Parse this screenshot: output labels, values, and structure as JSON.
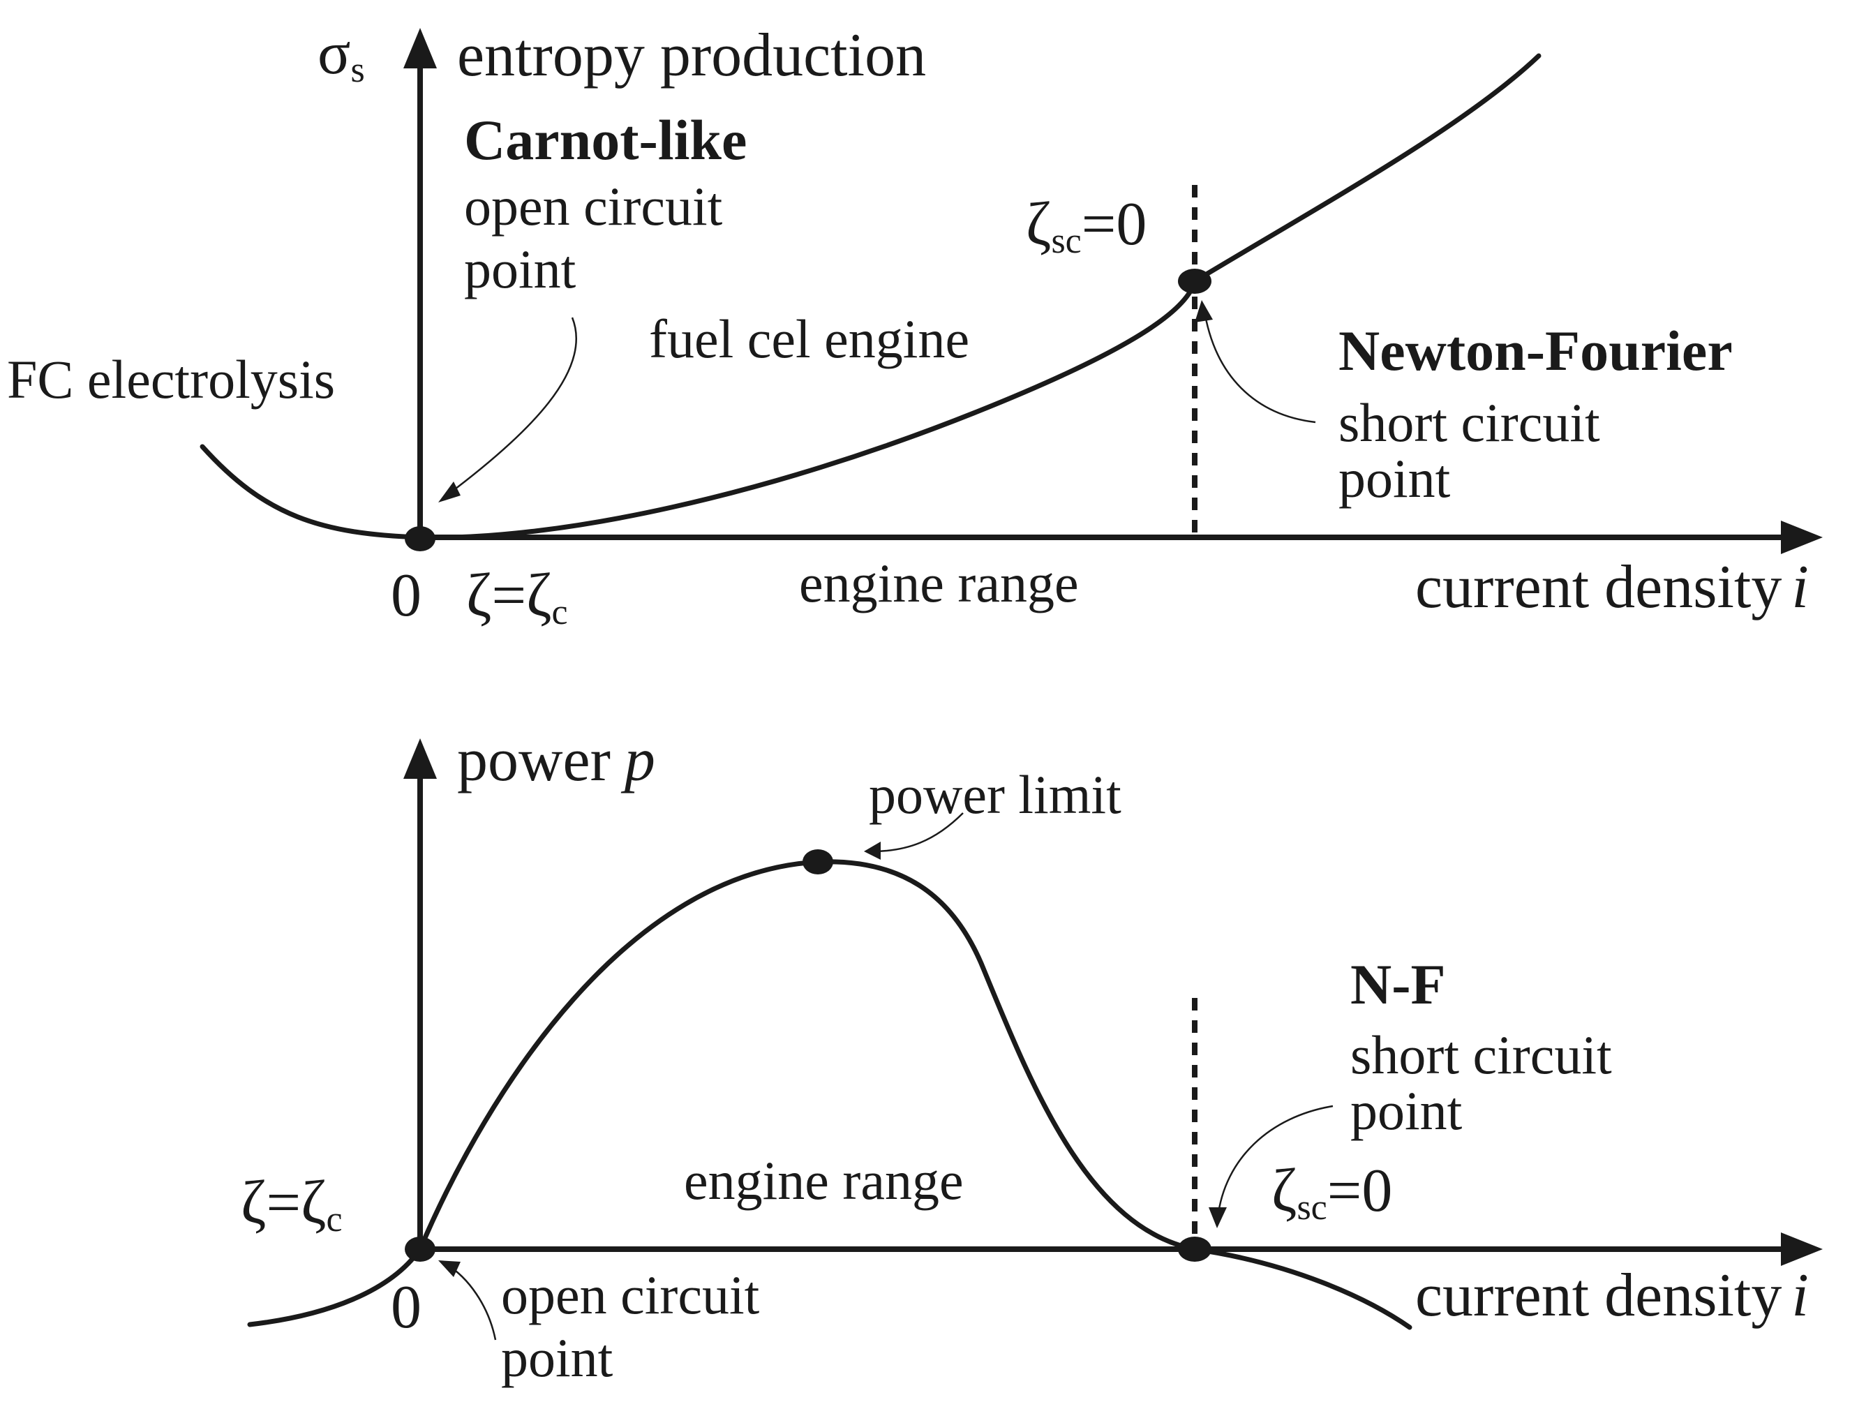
{
  "top_panel": {
    "y_axis_symbol": "σ",
    "y_axis_symbol_sub": "s",
    "y_axis_label": "entropy production",
    "carnot_title": "Carnot-like",
    "carnot_line1": "open circuit",
    "carnot_line2": "point",
    "fc_electrolysis": "FC electrolysis",
    "fuel_cell_engine": "fuel cel engine",
    "zeta_sc_symbol": "ζ",
    "zeta_sc_sub": "sc",
    "zeta_sc_value": "=0",
    "nf_title": "Newton-Fourier",
    "nf_line1": "short circuit",
    "nf_line2": "point",
    "origin": "0",
    "zeta_c_lhs": "ζ=ζ",
    "zeta_c_sub": "c",
    "engine_range": "engine range",
    "x_axis_label": "current density",
    "x_axis_symbol": "i"
  },
  "bottom_panel": {
    "y_axis_label": "power",
    "y_axis_symbol": "p",
    "power_limit": "power limit",
    "nf_title": "N-F",
    "nf_line1": "short circuit",
    "nf_line2": "point",
    "zeta_c_lhs": "ζ=ζ",
    "zeta_c_sub": "c",
    "engine_range": "engine range",
    "zeta_sc_symbol": "ζ",
    "zeta_sc_sub": "sc",
    "zeta_sc_value": "=0",
    "origin": "0",
    "open_line1": "open circuit",
    "open_line2": "point",
    "x_axis_label": "current density",
    "x_axis_symbol": "i"
  }
}
